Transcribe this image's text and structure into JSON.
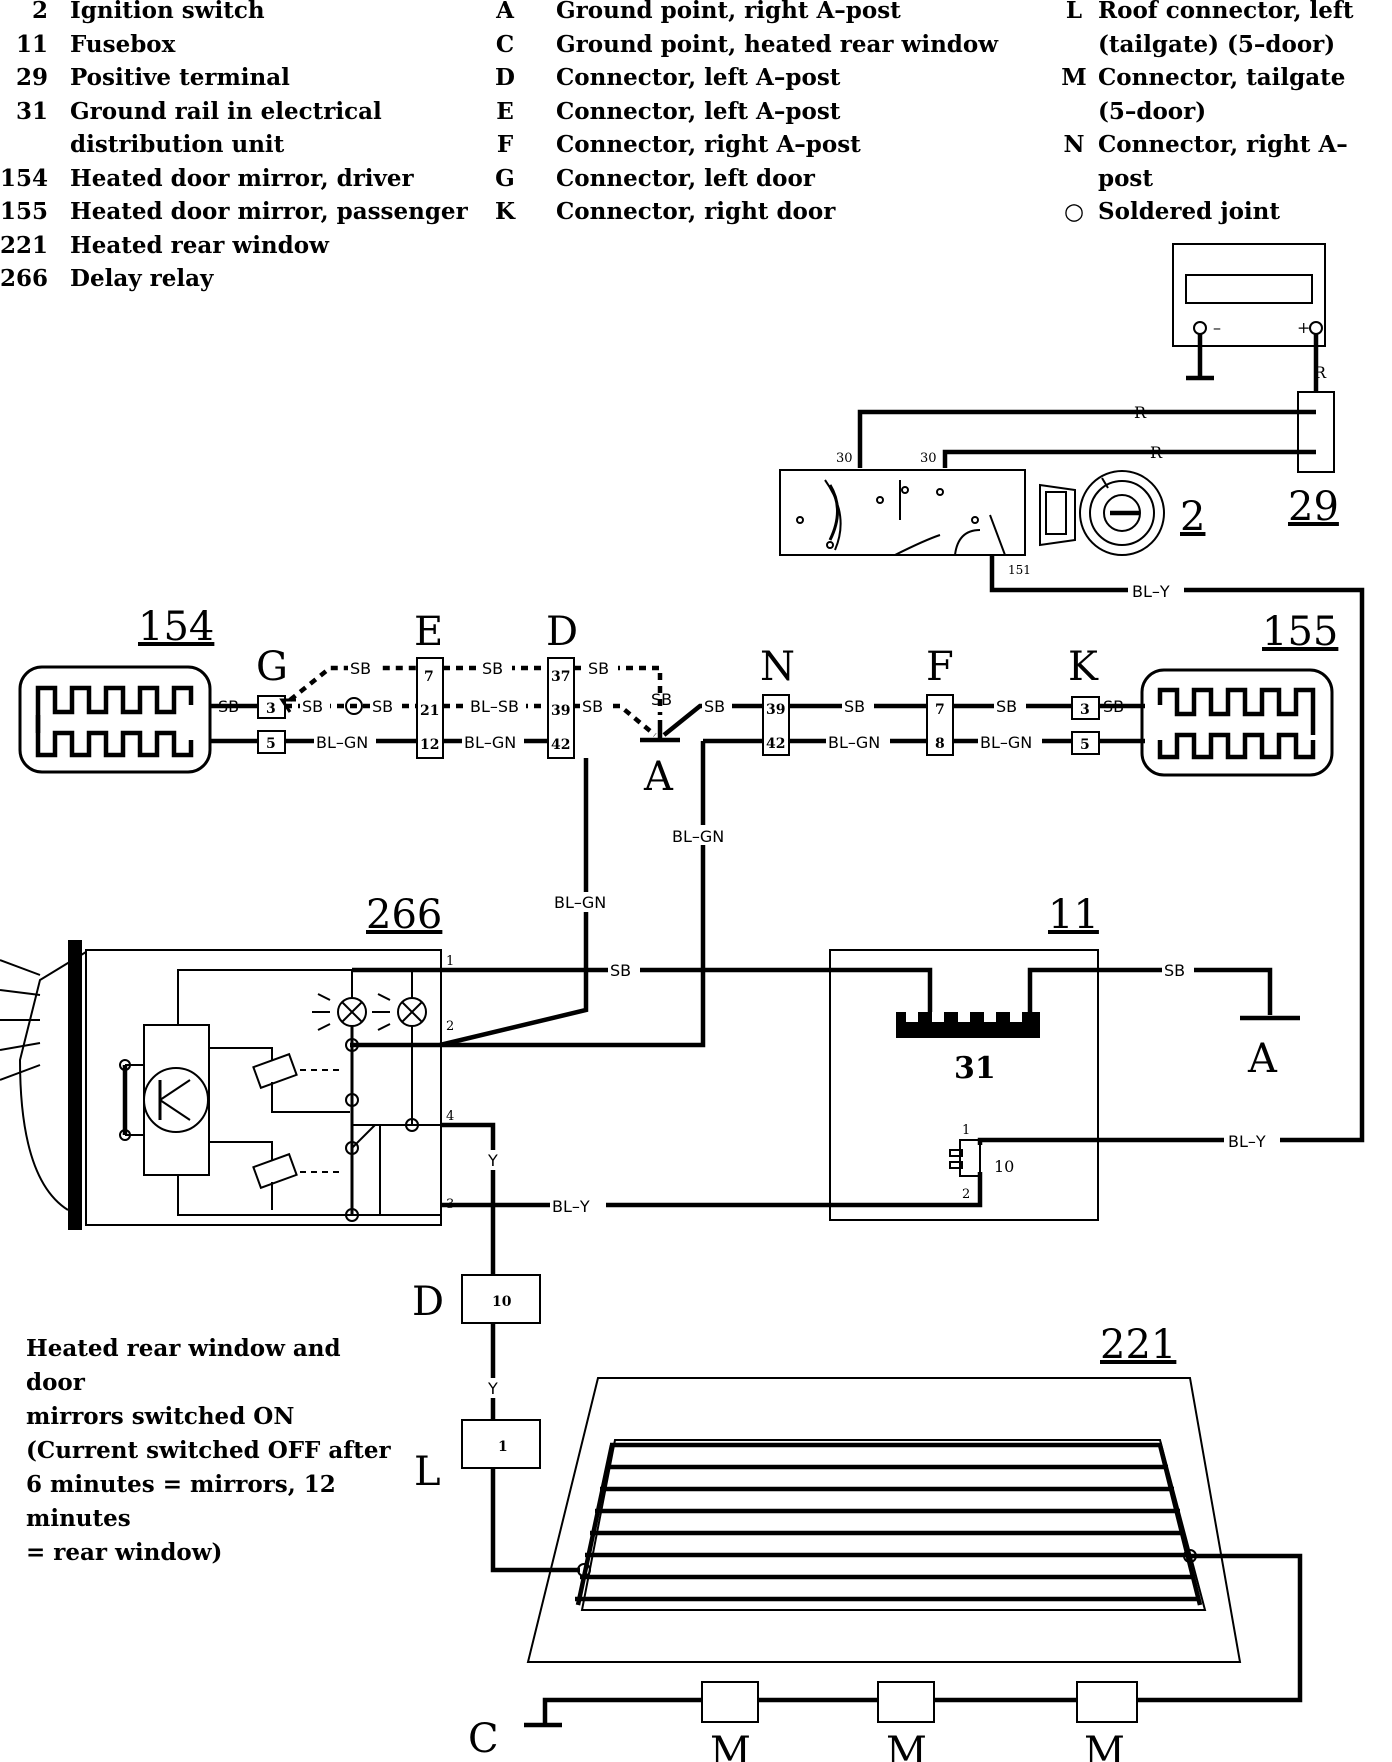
{
  "legend_numbers": [
    {
      "num": "2",
      "text": "Ignition switch"
    },
    {
      "num": "11",
      "text": "Fusebox"
    },
    {
      "num": "29",
      "text": "Positive terminal"
    },
    {
      "num": "31",
      "text": "Ground rail in electrical"
    },
    {
      "num": "",
      "text": "distribution unit"
    },
    {
      "num": "154",
      "text": "Heated door mirror, driver"
    },
    {
      "num": "155",
      "text": "Heated door mirror, passenger"
    },
    {
      "num": "221",
      "text": "Heated rear window"
    },
    {
      "num": "266",
      "text": "Delay relay"
    }
  ],
  "legend_letters": [
    {
      "num": "A",
      "text": "Ground point, right A–post"
    },
    {
      "num": "C",
      "text": "Ground point, heated rear window"
    },
    {
      "num": "D",
      "text": "Connector, left A–post"
    },
    {
      "num": "E",
      "text": "Connector, left A–post"
    },
    {
      "num": "F",
      "text": "Connector, right A–post"
    },
    {
      "num": "G",
      "text": "Connector, left door"
    },
    {
      "num": "K",
      "text": "Connector, right door"
    }
  ],
  "legend_right": [
    {
      "num": "L",
      "text": "Roof connector, left"
    },
    {
      "num": "",
      "text": "(tailgate) (5–door)"
    },
    {
      "num": "M",
      "text": "Connector, tailgate"
    },
    {
      "num": "",
      "text": "(5–door)"
    },
    {
      "num": "N",
      "text": "Connector, right A–post"
    },
    {
      "num": "○",
      "text": "Soldered joint"
    }
  ],
  "note_lines": [
    "Heated rear window and door",
    "mirrors switched ON",
    "(Current switched OFF after",
    "6 minutes = mirrors, 12 minutes",
    "= rear window)"
  ],
  "components": {
    "c2": "2",
    "c29": "29",
    "c154": "154",
    "c155": "155",
    "c266": "266",
    "c11": "11",
    "c31": "31",
    "c221": "221"
  },
  "connectors": {
    "G": "G",
    "E": "E",
    "D": "D",
    "N": "N",
    "F": "F",
    "K": "K",
    "A1": "A",
    "A2": "A",
    "D2": "D",
    "L": "L",
    "C": "C",
    "M1": "M",
    "M2": "M",
    "M3": "M"
  },
  "wires": {
    "R": "R",
    "SB": "SB",
    "BLGN": "BL–GN",
    "BLY": "BL–Y",
    "BLSB": "BL–SB",
    "Y": "Y"
  },
  "pins": {
    "p30": "30",
    "p151": "151",
    "p1": "1",
    "p2": "2",
    "p3": "3",
    "p4": "4",
    "p5": "5",
    "p7": "7",
    "p8": "8",
    "p10": "10",
    "p12": "12",
    "p21": "21",
    "p37": "37",
    "p39": "39",
    "p42": "42"
  },
  "battery_signs": {
    "minus": "–",
    "plus": "+"
  }
}
